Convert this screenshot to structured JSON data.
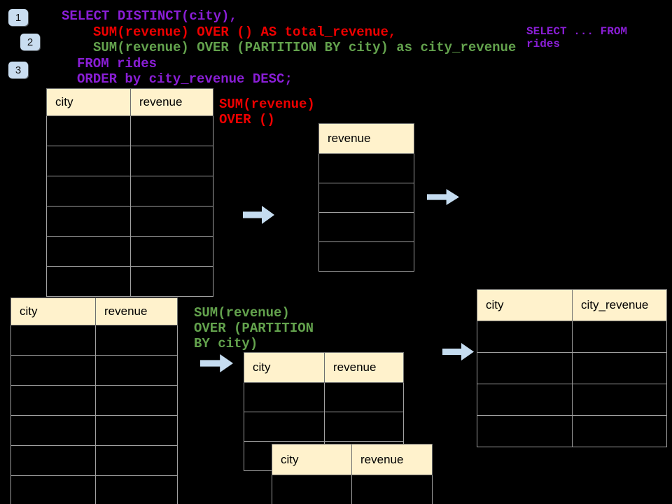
{
  "slide": {
    "background": "#000000",
    "badges": [
      {
        "label": "1"
      },
      {
        "label": "2"
      },
      {
        "label": "3"
      }
    ],
    "sql_code": {
      "line1": "SELECT DISTINCT(city),",
      "line2": "SUM(revenue) OVER () AS total_revenue,",
      "line3": "SUM(revenue) OVER (PARTITION BY city) as city_revenue",
      "line4": "FROM rides",
      "line5": "ORDER by city_revenue DESC;"
    },
    "side_note": {
      "line1": "SELECT ... FROM",
      "line2": "rides"
    },
    "total_revenue_label": {
      "line1": "SUM(revenue)",
      "line2": "OVER ()"
    },
    "partition_label": {
      "line1": "SUM(revenue)",
      "line2": "OVER (PARTITION",
      "line3": "BY city)"
    },
    "colors": {
      "purple": "#8A1ED6",
      "red": "#EE0000",
      "green": "#63A24D",
      "table_header_bg": "#FFF2CC",
      "arrow_blue": "#C5DCF0",
      "badge_blue": "#C9DDF0"
    },
    "tables": {
      "source_top": {
        "headers": [
          "city",
          "revenue"
        ],
        "empty_rows": 6
      },
      "total_result": {
        "headers": [
          "revenue"
        ],
        "empty_rows": 4
      },
      "source_bottom": {
        "headers": [
          "city",
          "revenue"
        ],
        "empty_rows": 6
      },
      "partition_step": {
        "headers": [
          "city",
          "revenue"
        ],
        "empty_rows": 3
      },
      "partition_step_overlay": {
        "headers": [
          "city",
          "revenue"
        ],
        "empty_rows": 1
      },
      "city_revenue_result": {
        "headers": [
          "city",
          "city_revenue"
        ],
        "empty_rows": 4
      }
    }
  }
}
